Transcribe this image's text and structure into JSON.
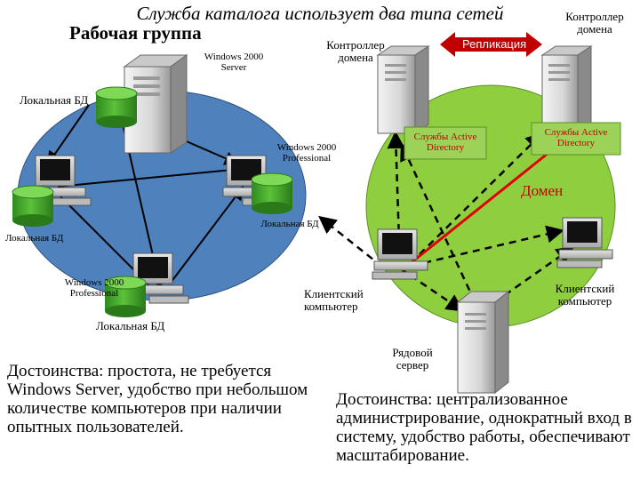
{
  "title": "Служба каталога использует два типа сетей",
  "workgroup": {
    "heading": "Рабочая группа",
    "server_label": "Windows 2000 Server",
    "pro_label_center": "Windows 2000 Professional",
    "pro_label_bottom": "Windows 2000 Professional",
    "local_db": [
      "Локальная БД",
      "Локальная БД",
      "Локальная БД",
      "Локальная БД"
    ],
    "advantages": "Достоинства: простота, не требуется Windows Server, удобство при небольшом количестве компьютеров при наличии опытных пользователей."
  },
  "domain": {
    "controller_label_left": "Контроллер домена",
    "controller_label_right": "Контроллер домена",
    "replication": "Репликация",
    "ad_left": "Службы Active Directory",
    "ad_right": "Службы Active Directory",
    "domain_label": "Домен",
    "client_left": "Клиентский компьютер",
    "client_right": "Клиентский компьютер",
    "member_server": "Рядовой сервер",
    "advantages": "Достоинства: централизованное администрирование, однократный вход в систему, удобство работы, обеспечивают масштабирование."
  },
  "colors": {
    "workgroup_fill": "#4f81bd",
    "domain_fill": "#8fcf3f",
    "db_fill": "#4caf2a",
    "replication_fill": "#c00000",
    "ad_box_fill": "#9bd257",
    "ad_text": "#c00000",
    "red_line": "#e00000"
  },
  "icons": [
    "server-icon",
    "workstation-icon",
    "database-icon",
    "double-arrow-icon"
  ]
}
